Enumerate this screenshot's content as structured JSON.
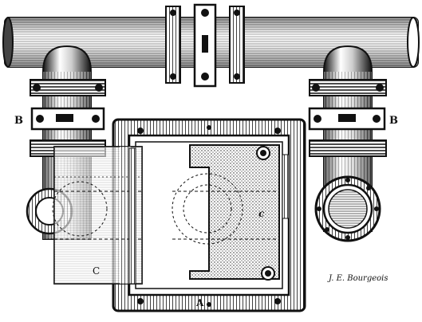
{
  "labels": {
    "left_marker": "B",
    "right_marker": "B",
    "bottom_marker": "A",
    "left_panel_marker": "C",
    "right_panel_marker": "c"
  },
  "signature": "J. E. Bourgeois",
  "colors": {
    "ink": "#111111",
    "paper": "#ffffff"
  }
}
